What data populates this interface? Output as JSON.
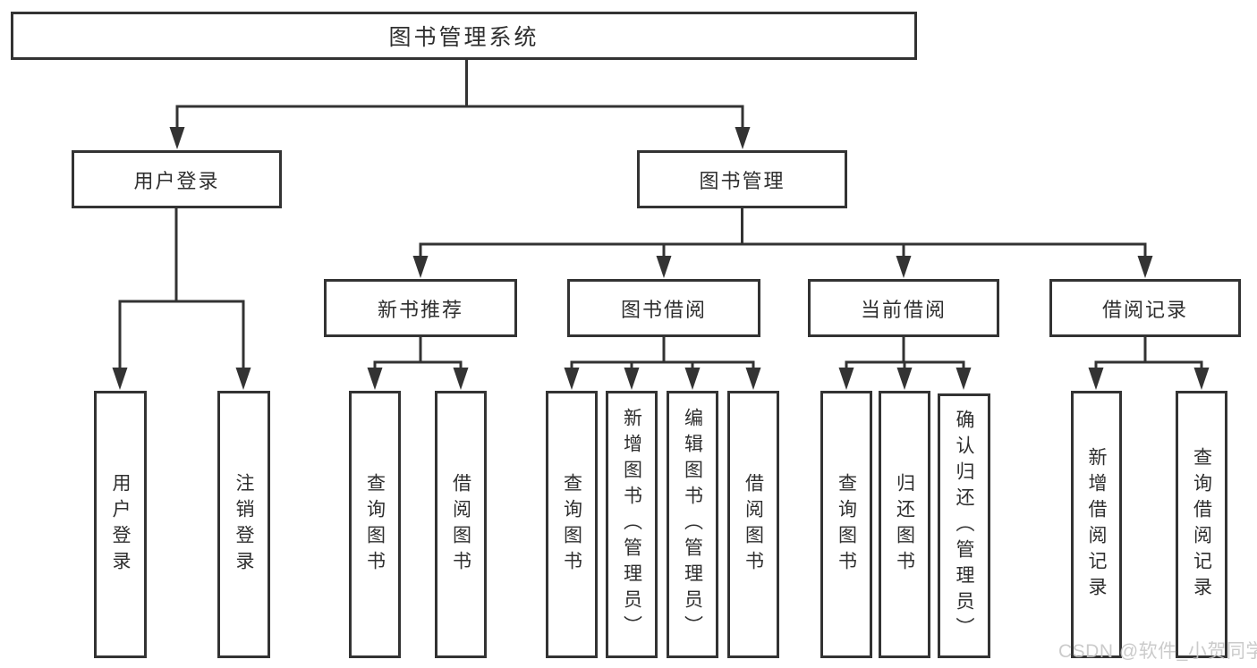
{
  "diagram_title": "图书管理系统",
  "tree": {
    "root": {
      "label": "图书管理系统"
    },
    "branches": [
      {
        "label": "用户登录",
        "children": [
          {
            "label": "用户登录"
          },
          {
            "label": "注销登录"
          }
        ]
      },
      {
        "label": "图书管理",
        "groups": [
          {
            "label": "新书推荐",
            "children": [
              {
                "label": "查询图书"
              },
              {
                "label": "借阅图书"
              }
            ]
          },
          {
            "label": "图书借阅",
            "children": [
              {
                "label": "查询图书"
              },
              {
                "label": "新增图书（管理员）"
              },
              {
                "label": "编辑图书（管理员）"
              },
              {
                "label": "借阅图书"
              }
            ]
          },
          {
            "label": "当前借阅",
            "children": [
              {
                "label": "查询图书"
              },
              {
                "label": "归还图书"
              },
              {
                "label": "确认归还（管理员）"
              }
            ]
          },
          {
            "label": "借阅记录",
            "children": [
              {
                "label": "新增借阅记录"
              },
              {
                "label": "查询借阅记录"
              }
            ]
          }
        ]
      }
    ]
  },
  "watermark": {
    "text": "CSDN @软件_小贺同学"
  },
  "colors": {
    "line": "#333333",
    "node_border": "#333333",
    "text": "#2f2f2f",
    "watermark": "#c6c6c6",
    "background": "#ffffff"
  }
}
